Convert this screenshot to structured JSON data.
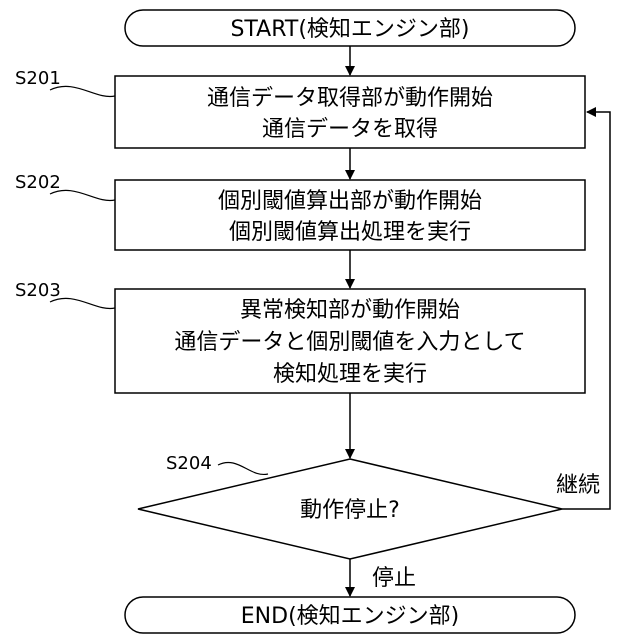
{
  "start": {
    "label": "START(検知エンジン部)"
  },
  "end": {
    "label": "END(検知エンジン部)"
  },
  "steps": [
    {
      "id": "S201",
      "lines": [
        "通信データ取得部が動作開始",
        "通信データを取得"
      ]
    },
    {
      "id": "S202",
      "lines": [
        "個別閾値算出部が動作開始",
        "個別閾値算出処理を実行"
      ]
    },
    {
      "id": "S203",
      "lines": [
        "異常検知部が動作開始",
        "通信データと個別閾値を入力として",
        "検知処理を実行"
      ]
    }
  ],
  "decision": {
    "id": "S204",
    "label": "動作停止?"
  },
  "branches": {
    "continue": "継続",
    "stop": "停止"
  }
}
